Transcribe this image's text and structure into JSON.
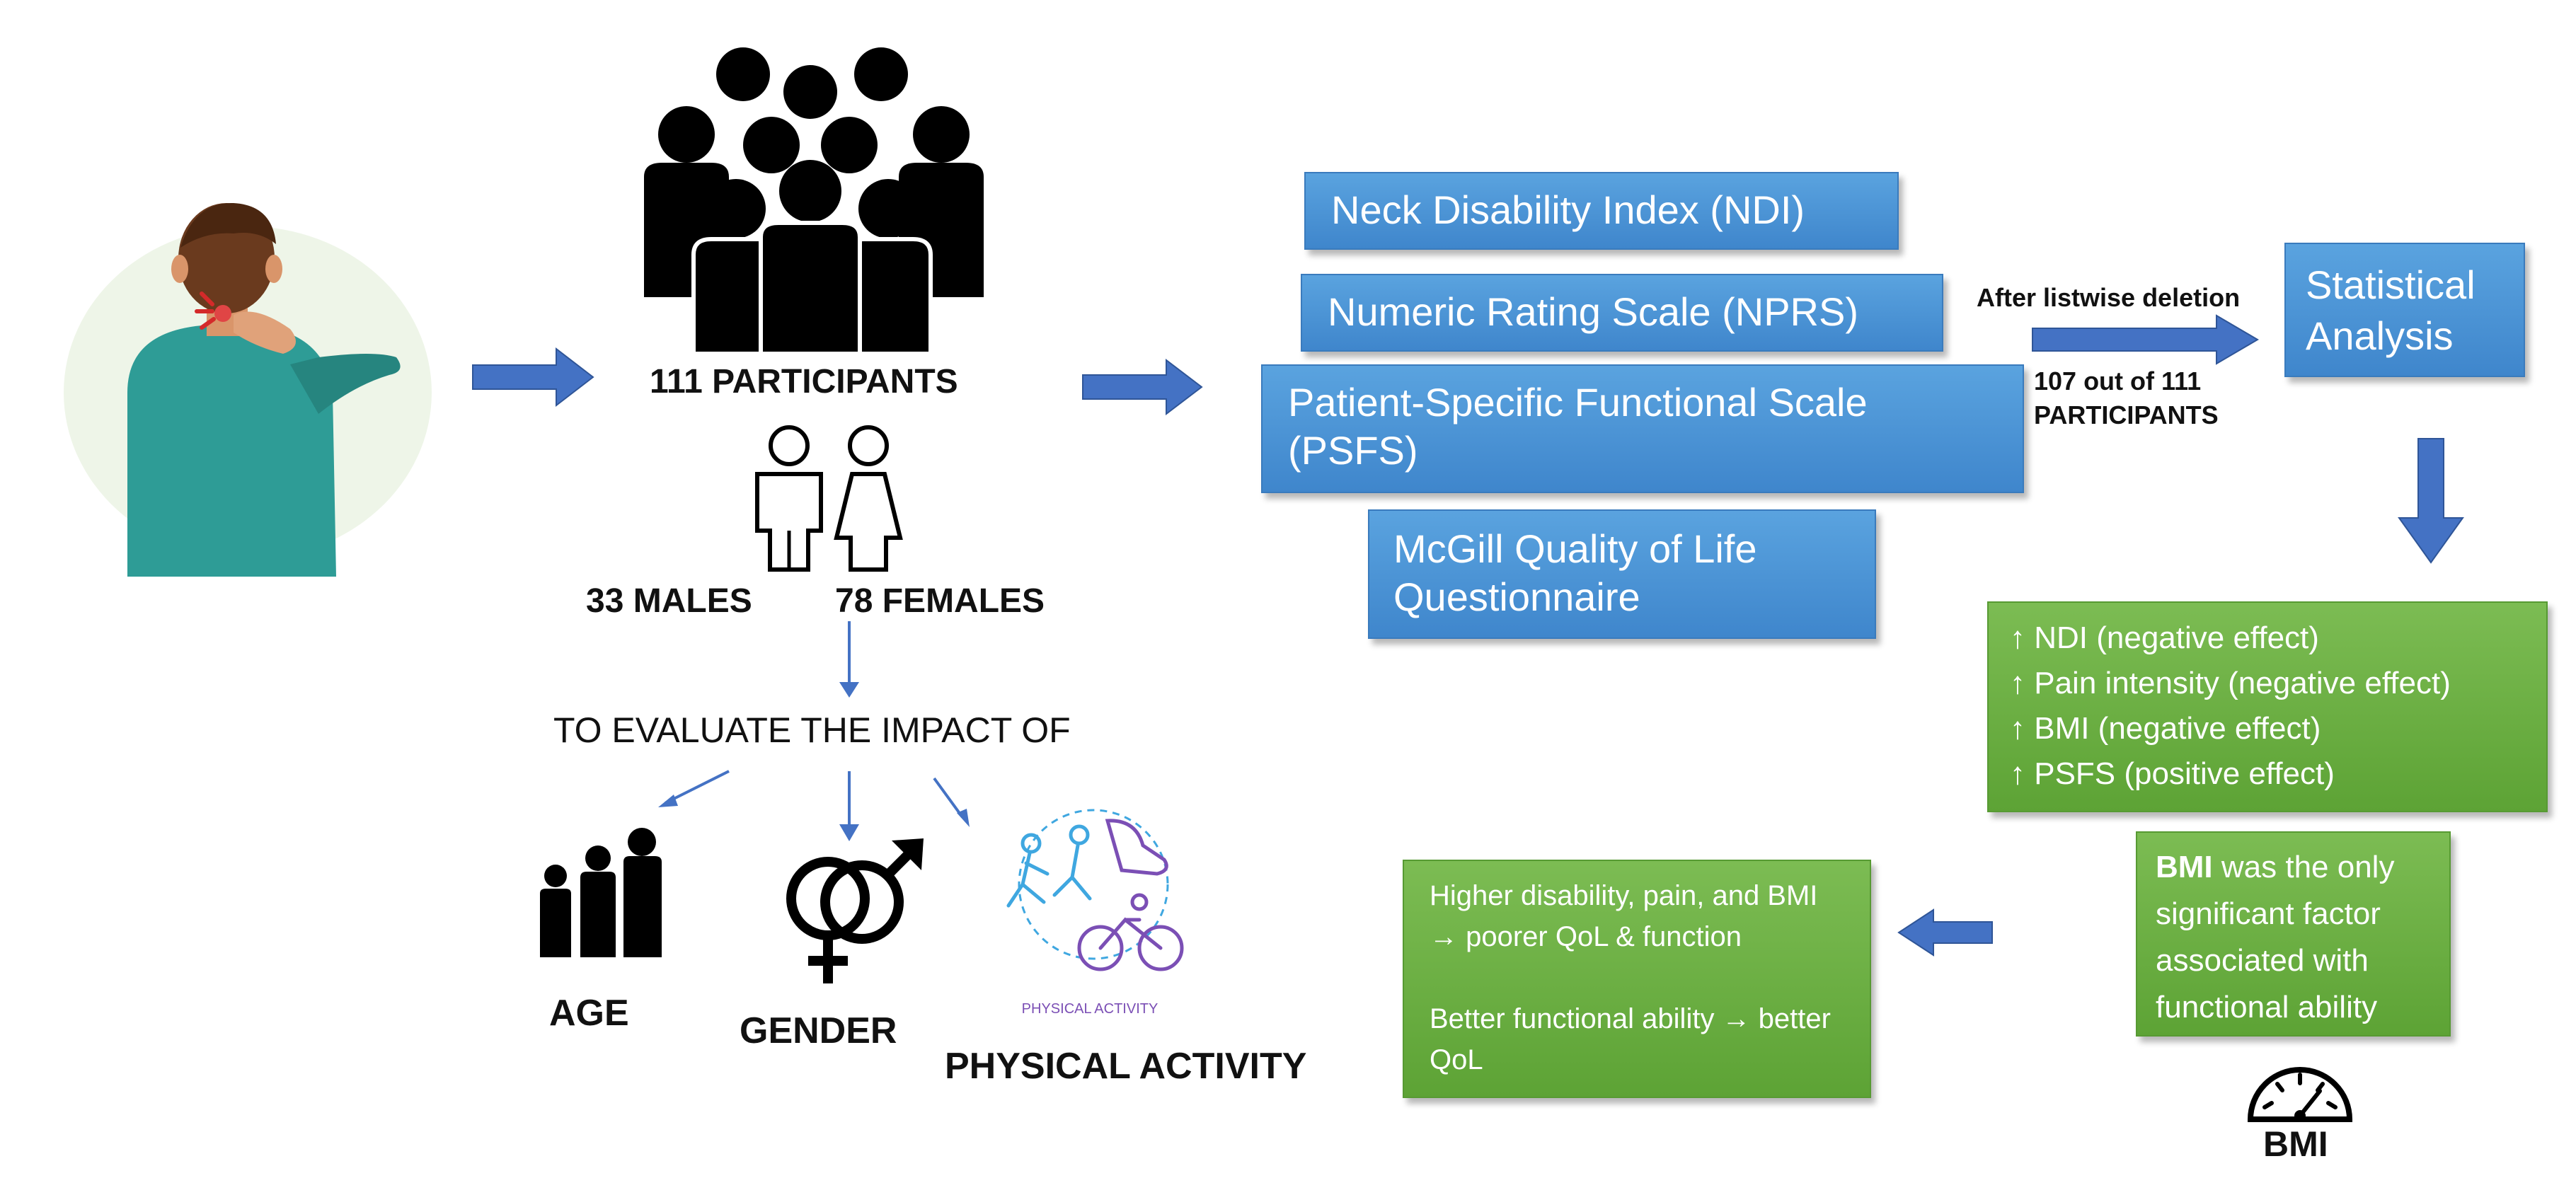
{
  "participants": {
    "total_label": "111 PARTICIPANTS",
    "males_label": "33 MALES",
    "females_label": "78 FEMALES"
  },
  "evaluate": {
    "heading": "TO EVALUATE THE IMPACT OF",
    "age_label": "AGE",
    "gender_label": "GENDER",
    "activity_label": "PHYSICAL ACTIVITY",
    "activity_icon_caption": "PHYSICAL ACTIVITY"
  },
  "measures": [
    "Neck Disability Index (NDI)",
    "Numeric Rating Scale (NPRS)",
    "Patient-Specific Functional Scale (PSFS)",
    "McGill Quality of Life Questionnaire"
  ],
  "deletion": {
    "above_label": "After listwise deletion",
    "below_line1": "107 out of 111",
    "below_line2": "PARTICIPANTS"
  },
  "analysis": {
    "label": "Statistical Analysis"
  },
  "results": {
    "effects": [
      "↑ NDI (negative effect)",
      "↑ Pain intensity (negative effect)",
      "↑ BMI (negative effect)",
      "↑ PSFS (positive effect)"
    ],
    "bmi_keyword": "BMI",
    "bmi_statement": " was the only significant factor associated with functional ability",
    "conclusion_1": "Higher disability, pain, and BMI → poorer QoL & function",
    "conclusion_2": "Better functional ability → better QoL",
    "bmi_icon_label": "BMI"
  },
  "colors": {
    "arrow_blue": "#4472c4",
    "box_blue": "#4a93d6",
    "box_green": "#6aad44",
    "shirt_teal": "#2e9c96",
    "activity_icon_blue": "#3fa7e0",
    "activity_icon_purple": "#7b4fb5"
  }
}
